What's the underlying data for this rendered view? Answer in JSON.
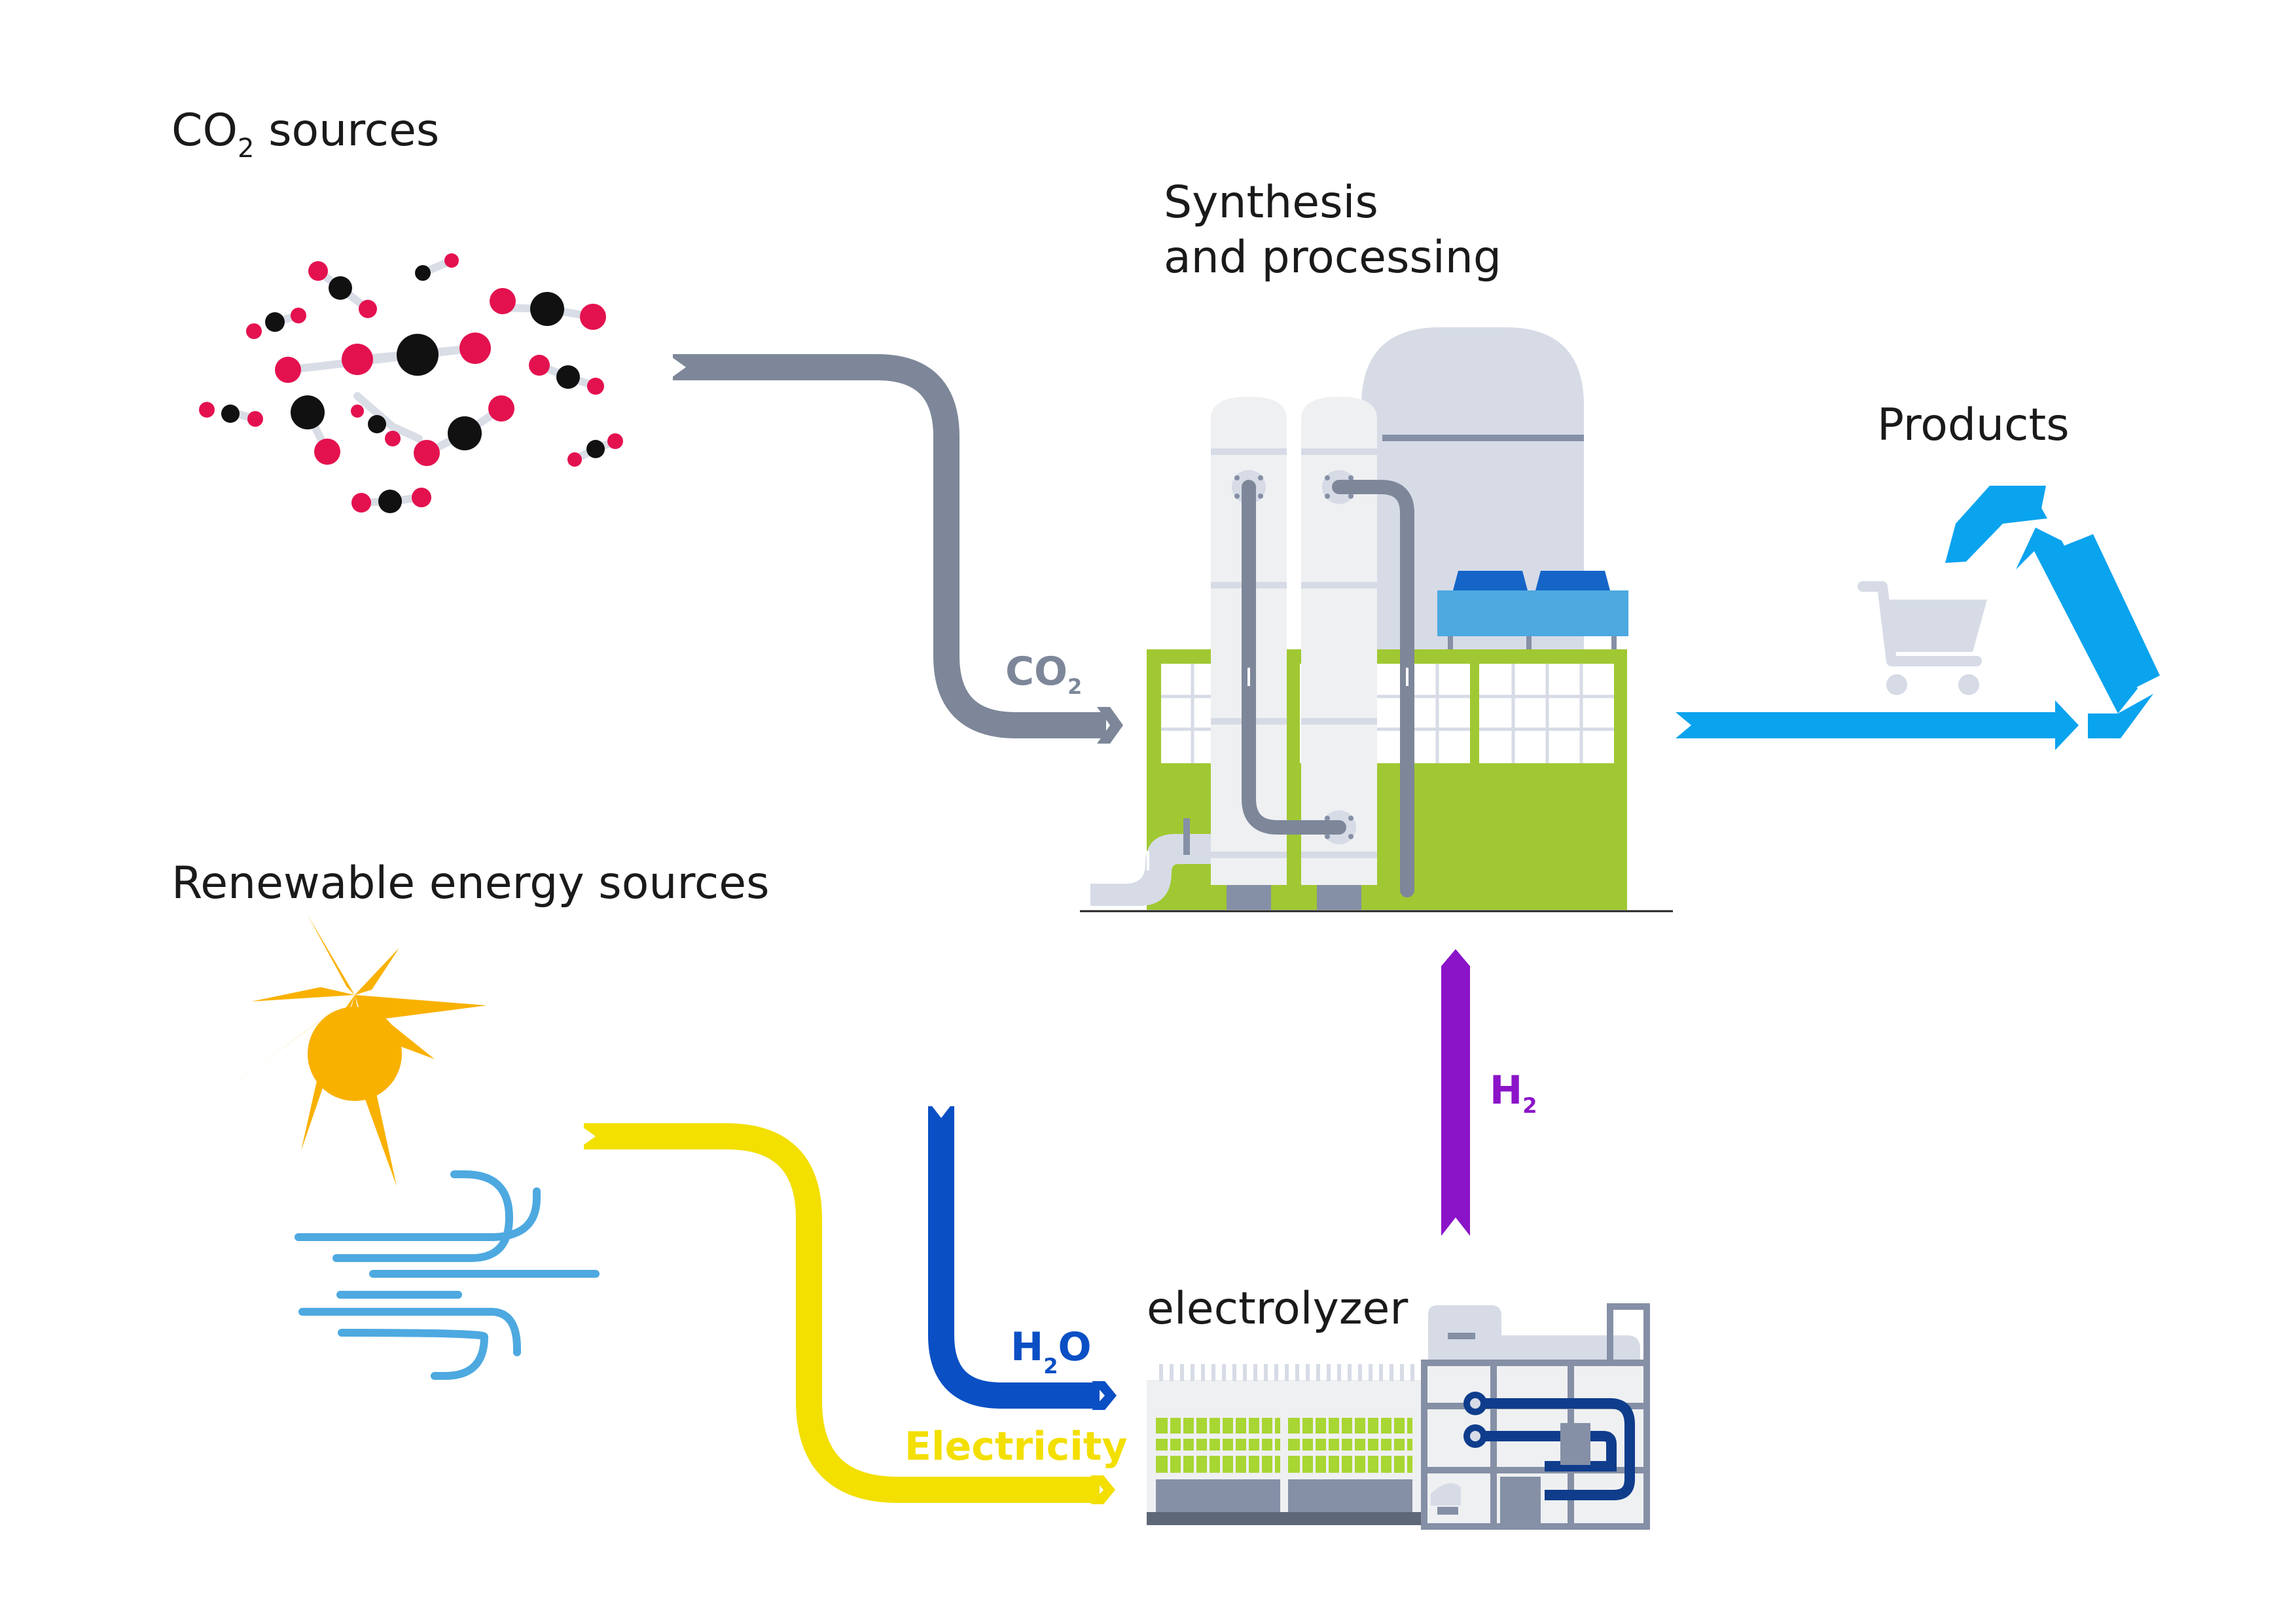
{
  "labels": {
    "co2_sources": "CO",
    "co2_sources_sub": "2",
    "co2_sources_suffix": " sources",
    "synthesis_line1": "Synthesis",
    "synthesis_line2": "and processing",
    "products": "Products",
    "renewable": "Renewable energy sources",
    "electrolyzer": "electrolyzer"
  },
  "flows": {
    "co2": {
      "text": "CO",
      "sub": "2",
      "color": "#7d8799"
    },
    "h2": {
      "text": "H",
      "sub": "2",
      "color": "#8b14c8"
    },
    "h2o": {
      "text1": "H",
      "sub": "2",
      "text2": "O",
      "color": "#0a4fc4"
    },
    "electricity": {
      "text": "Electricity",
      "color": "#f3df00"
    },
    "products_arrow": {
      "color": "#0aa3ee"
    }
  },
  "colors": {
    "molecule_red": "#e4114f",
    "molecule_black": "#111111",
    "plant_green": "#a0c832",
    "sun": "#f9b100",
    "wind": "#4da9e0",
    "tower": "#eff0f2",
    "tank": "#d6dbe6",
    "electrolyzer_green": "#a8d633",
    "electrolyzer_blue": "#0f3d8c"
  },
  "icons": [
    "co2-molecules-icon",
    "plant-icon",
    "sun-icon",
    "wind-icon",
    "recycle-icon",
    "shopping-cart-icon",
    "electrolyzer-icon"
  ]
}
